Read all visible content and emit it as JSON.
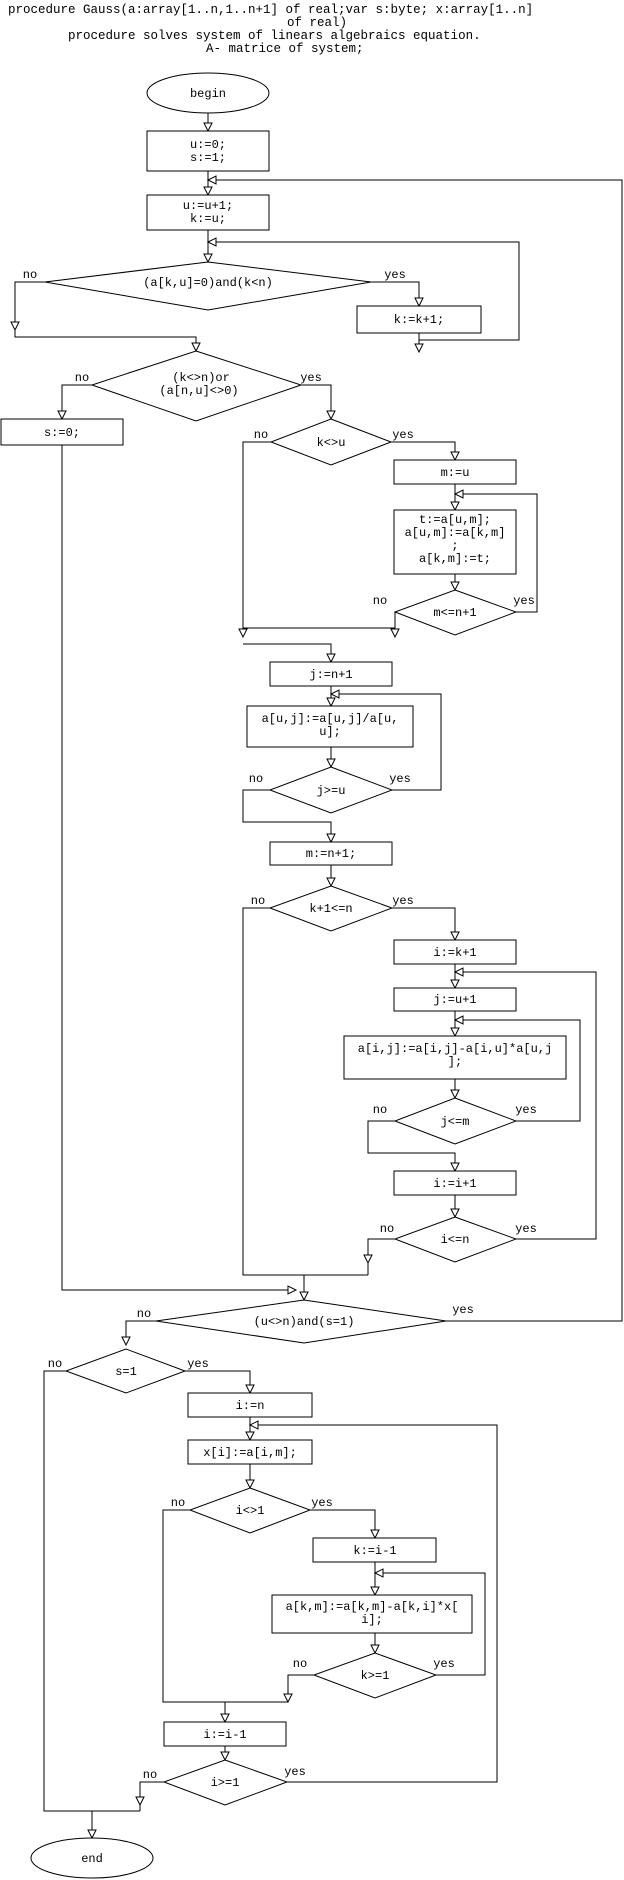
{
  "header": {
    "lines": [
      "procedure Gauss(a:array[1..n,1..n+1] of real;var s:byte; x:array[1..n]",
      "of real)",
      "procedure solves system of linears algebraics equation.",
      "A- matrice of system;"
    ]
  },
  "flowchart": {
    "begin": "begin",
    "end": "end",
    "yes": "yes",
    "no": "no",
    "init": [
      "u:=0;",
      "s:=1;"
    ],
    "next_u": [
      "u:=u+1;",
      "k:=u;"
    ],
    "cond_search": "(a[k,u]=0)and(k<n)",
    "inc_k": "k:=k+1;",
    "cond_valid": [
      "(k<>n)or",
      "(a[n,u]<>0)"
    ],
    "set_s0": "s:=0;",
    "cond_swap": "k<>u",
    "m_u": "m:=u",
    "swap": [
      "t:=a[u,m];",
      "a[u,m]:=a[k,m]",
      ";",
      "a[k,m]:=t;"
    ],
    "cond_swap_loop": "m<=n+1",
    "j_n1": "j:=n+1",
    "normalize": [
      "a[u,j]:=a[u,j]/a[u,",
      "u];"
    ],
    "cond_norm_loop": "j>=u",
    "m_n1": "m:=n+1;",
    "cond_elim": "k+1<=n",
    "i_k1": "i:=k+1",
    "j_u1": "j:=u+1",
    "eliminate": [
      "a[i,j]:=a[i,j]-a[i,u]*a[u,j",
      "];"
    ],
    "cond_j_m": "j<=m",
    "i_inc": "i:=i+1",
    "cond_i_n": "i<=n",
    "cond_main": "(u<>n)and(s=1)",
    "cond_s1": "s=1",
    "i_n": "i:=n",
    "x_assign": "x[i]:=a[i,m];",
    "cond_i_gt1": "i<>1",
    "k_i1": "k:=i-1",
    "back_sub": [
      "a[k,m]:=a[k,m]-a[k,i]*x[",
      "i];"
    ],
    "cond_k_ge1": "k>=1",
    "i_dec": "i:=i-1",
    "cond_i_ge1": "i>=1"
  }
}
